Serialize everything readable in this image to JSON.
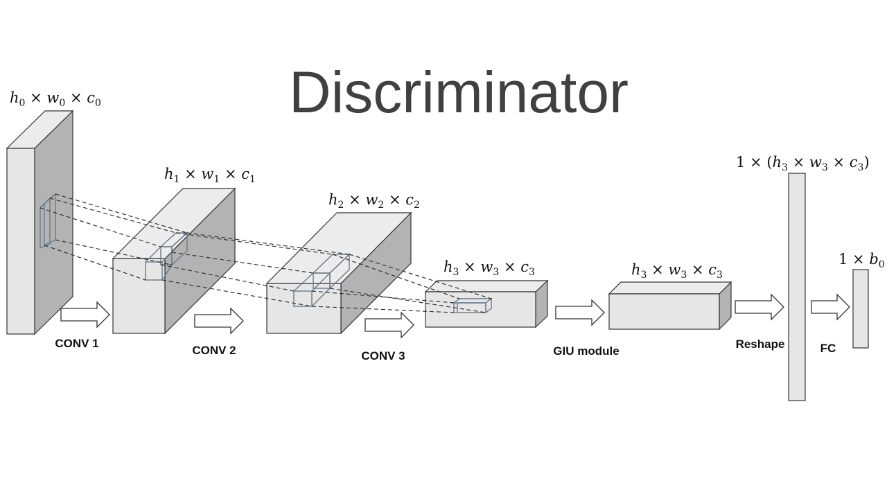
{
  "title": "Discriminator",
  "dims": {
    "input": {
      "h": "h",
      "hs": "0",
      "w": "w",
      "ws": "0",
      "c": "c",
      "cs": "0"
    },
    "conv1": {
      "h": "h",
      "hs": "1",
      "w": "w",
      "ws": "1",
      "c": "c",
      "cs": "1"
    },
    "conv2": {
      "h": "h",
      "hs": "2",
      "w": "w",
      "ws": "2",
      "c": "c",
      "cs": "2"
    },
    "conv3": {
      "h": "h",
      "hs": "3",
      "w": "w",
      "ws": "3",
      "c": "c",
      "cs": "3"
    },
    "giu": {
      "h": "h",
      "hs": "3",
      "w": "w",
      "ws": "3",
      "c": "c",
      "cs": "3"
    },
    "reshape": {
      "one": "1",
      "h": "h",
      "hs": "3",
      "w": "w",
      "ws": "3",
      "c": "c",
      "cs": "3"
    },
    "fc": {
      "one": "1",
      "b": "b",
      "bs": "0"
    }
  },
  "labels": {
    "conv1": "CONV 1",
    "conv2": "CONV 2",
    "conv3": "CONV 3",
    "giu": "GIU module",
    "reshape": "Reshape",
    "fc": "FC"
  }
}
